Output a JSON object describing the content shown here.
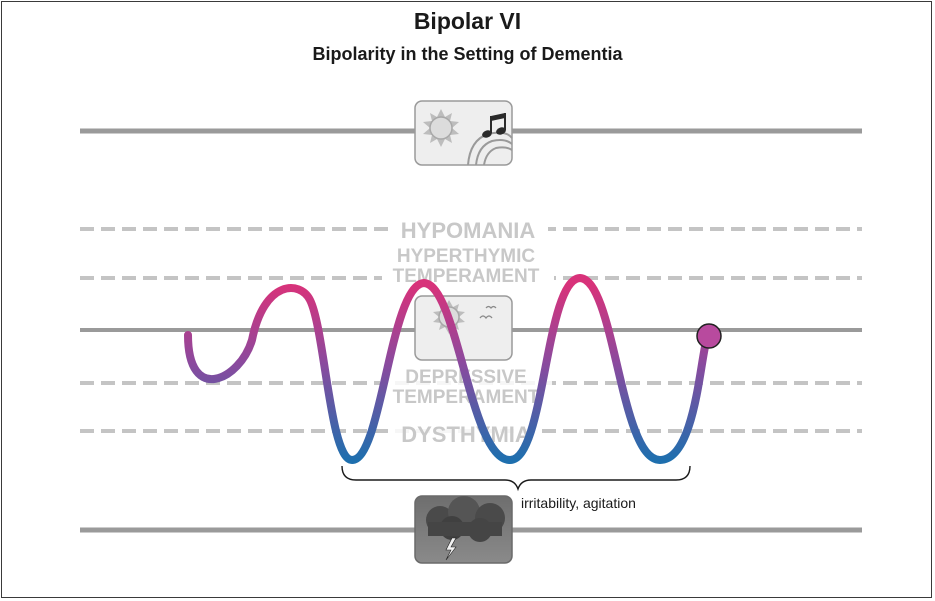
{
  "title": "Bipolar VI",
  "subtitle": "Bipolarity in the Setting of Dementia",
  "levels": {
    "hypomania": "HYPOMANIA",
    "hyperthymic_line1": "HYPERTHYMIC",
    "hyperthymic_line2": "TEMPERAMENT",
    "depressive_line1": "DEPRESSIVE",
    "depressive_line2": "TEMPERAMENT",
    "dysthymia": "DYSTHYMIA"
  },
  "annotation": "irritability, agitation",
  "icons": {
    "top": "sun-and-music-icon",
    "middle": "sun-and-birds-icon",
    "bottom": "storm-cloud-icon"
  },
  "colors": {
    "wave_top": "#d8327a",
    "wave_mid": "#8a4a9e",
    "wave_bottom": "#1e6fae",
    "end_marker": "#b84a9e",
    "solid_line": "#9a9a9a",
    "dashed_line": "#c4c4c4"
  }
}
